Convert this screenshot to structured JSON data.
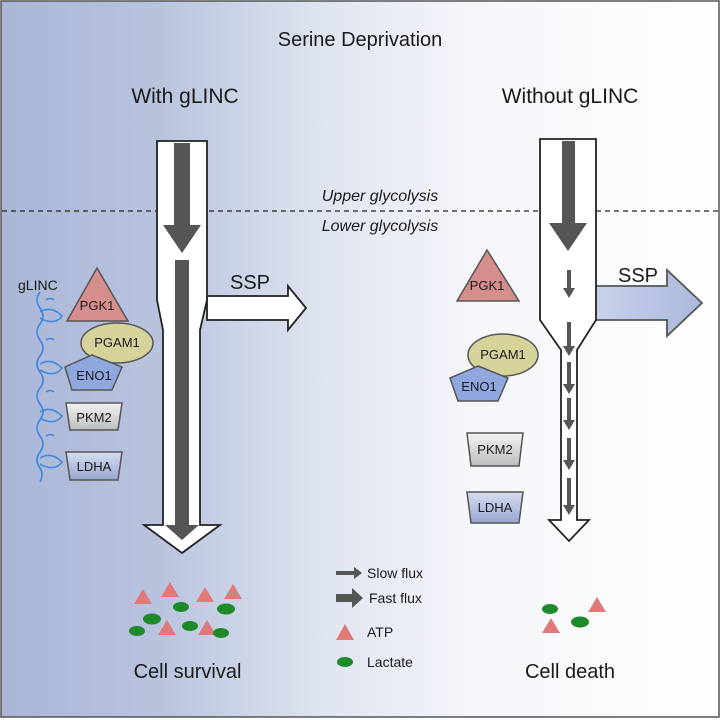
{
  "title": "Serine Deprivation",
  "left": {
    "heading": "With gLINC",
    "rna_label": "gLINC",
    "ssp_label": "SSP",
    "proteins": {
      "pgk1": "PGK1",
      "pgam1": "PGAM1",
      "eno1": "ENO1",
      "pkm2": "PKM2",
      "ldha": "LDHA"
    },
    "outcome": "Cell survival"
  },
  "right": {
    "heading": "Without gLINC",
    "ssp_label": "SSP",
    "proteins": {
      "pgk1": "PGK1",
      "pgam1": "PGAM1",
      "eno1": "ENO1",
      "pkm2": "PKM2",
      "ldha": "LDHA"
    },
    "outcome": "Cell death"
  },
  "divider": {
    "upper": "Upper glycolysis",
    "lower": "Lower glycolysis"
  },
  "legend": {
    "slow_flux": "Slow flux",
    "fast_flux": "Fast flux",
    "atp": "ATP",
    "lactate": "Lactate"
  },
  "colors": {
    "left_bg": "#a9b6d6",
    "atp": "#e07a78",
    "lactate": "#1f8a2a",
    "pgk1": "#d68e8c",
    "pgam1": "#d6d39a",
    "eno1": "#8fa6de",
    "pkm2": "#d4d4d4",
    "ldha": "#b3bedf",
    "rna": "#3a86e0",
    "arrow": "#555555"
  }
}
